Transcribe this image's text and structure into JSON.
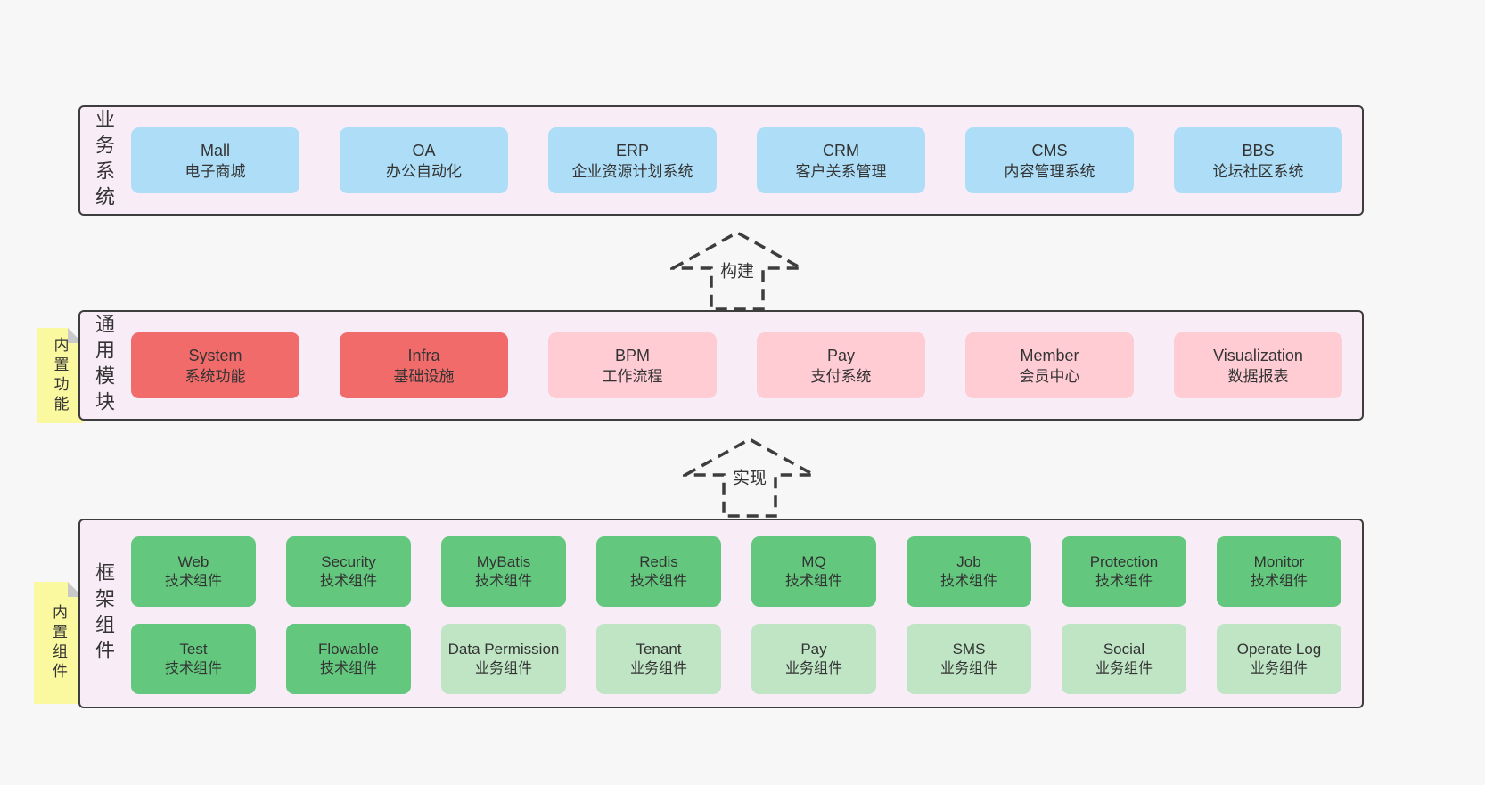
{
  "colors": {
    "page_background": "#f7f7f7",
    "band_background": "#f8edf6",
    "band_border": "#3d3d3d",
    "box_blue": "#aedef7",
    "box_red": "#f16b6b",
    "box_pink": "#ffccd4",
    "box_green": "#63c87e",
    "box_light_green": "#bfe5c5",
    "sticky_yellow": "#fbf9a0",
    "sticky_fold_gray": "#c9c9c9",
    "text": "#333333"
  },
  "arrows": [
    {
      "label": "构建"
    },
    {
      "label": "实现"
    }
  ],
  "bands": [
    {
      "label": "业务系统",
      "boxes": [
        {
          "title": "Mall",
          "subtitle": "电子商城",
          "variant": "blue"
        },
        {
          "title": "OA",
          "subtitle": "办公自动化",
          "variant": "blue"
        },
        {
          "title": "ERP",
          "subtitle": "企业资源计划系统",
          "variant": "blue"
        },
        {
          "title": "CRM",
          "subtitle": "客户关系管理",
          "variant": "blue"
        },
        {
          "title": "CMS",
          "subtitle": "内容管理系统",
          "variant": "blue"
        },
        {
          "title": "BBS",
          "subtitle": "论坛社区系统",
          "variant": "blue"
        }
      ]
    },
    {
      "label": "通用模块",
      "sticky": "内置功能",
      "boxes": [
        {
          "title": "System",
          "subtitle": "系统功能",
          "variant": "red"
        },
        {
          "title": "Infra",
          "subtitle": "基础设施",
          "variant": "red"
        },
        {
          "title": "BPM",
          "subtitle": "工作流程",
          "variant": "pink"
        },
        {
          "title": "Pay",
          "subtitle": "支付系统",
          "variant": "pink"
        },
        {
          "title": "Member",
          "subtitle": "会员中心",
          "variant": "pink"
        },
        {
          "title": "Visualization",
          "subtitle": "数据报表",
          "variant": "pink"
        }
      ]
    },
    {
      "label": "框架组件",
      "sticky": "内置组件",
      "rows": [
        [
          {
            "title": "Web",
            "subtitle": "技术组件",
            "variant": "green"
          },
          {
            "title": "Security",
            "subtitle": "技术组件",
            "variant": "green"
          },
          {
            "title": "MyBatis",
            "subtitle": "技术组件",
            "variant": "green"
          },
          {
            "title": "Redis",
            "subtitle": "技术组件",
            "variant": "green"
          },
          {
            "title": "MQ",
            "subtitle": "技术组件",
            "variant": "green"
          },
          {
            "title": "Job",
            "subtitle": "技术组件",
            "variant": "green"
          },
          {
            "title": "Protection",
            "subtitle": "技术组件",
            "variant": "green"
          },
          {
            "title": "Monitor",
            "subtitle": "技术组件",
            "variant": "green"
          }
        ],
        [
          {
            "title": "Test",
            "subtitle": "技术组件",
            "variant": "green"
          },
          {
            "title": "Flowable",
            "subtitle": "技术组件",
            "variant": "green"
          },
          {
            "title": "Data Permission",
            "subtitle": "业务组件",
            "variant": "light-green"
          },
          {
            "title": "Tenant",
            "subtitle": "业务组件",
            "variant": "light-green"
          },
          {
            "title": "Pay",
            "subtitle": "业务组件",
            "variant": "light-green"
          },
          {
            "title": "SMS",
            "subtitle": "业务组件",
            "variant": "light-green"
          },
          {
            "title": "Social",
            "subtitle": "业务组件",
            "variant": "light-green"
          },
          {
            "title": "Operate Log",
            "subtitle": "业务组件",
            "variant": "light-green"
          }
        ]
      ]
    }
  ]
}
